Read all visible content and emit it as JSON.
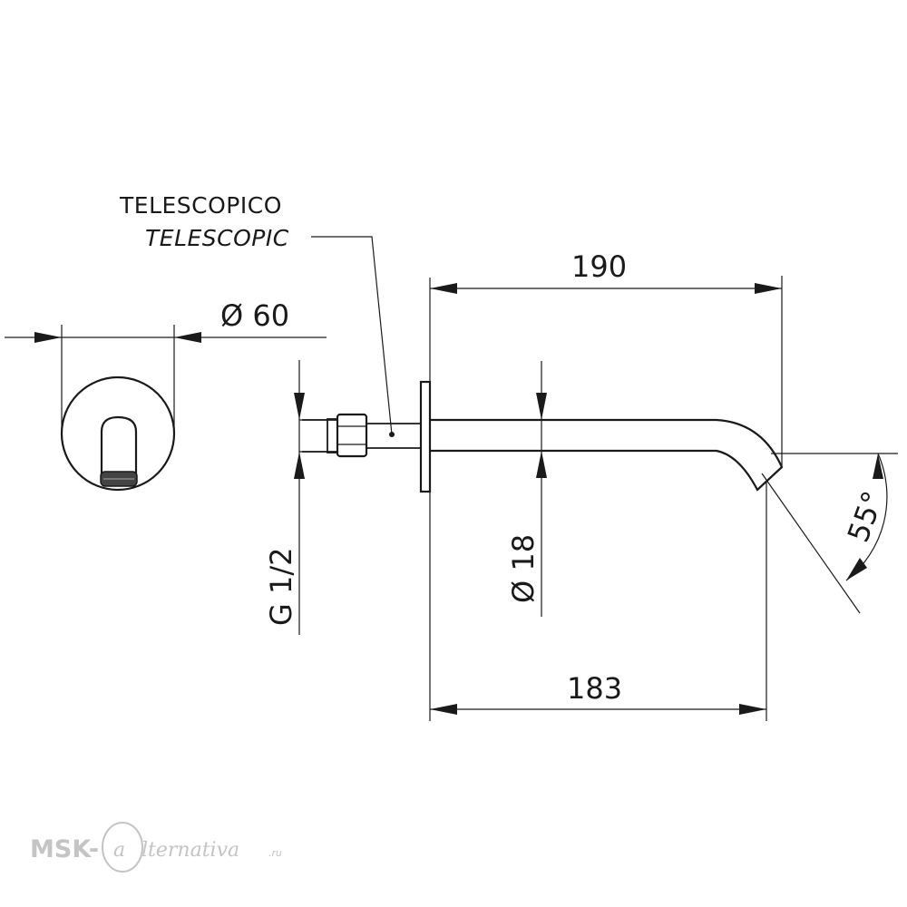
{
  "labels": {
    "telescopic_it": "TELESCOPICO",
    "telescopic_en": "TELESCOPIC"
  },
  "dimensions": {
    "diameter_plate": "Ø 60",
    "length_top": "190",
    "length_bottom": "183",
    "pipe_diameter": "Ø 18",
    "thread": "G 1/2",
    "angle": "55°"
  },
  "watermark": {
    "prefix": "MSK-",
    "letter": "a",
    "suffix": "lternativa",
    "domain": ".ru"
  }
}
